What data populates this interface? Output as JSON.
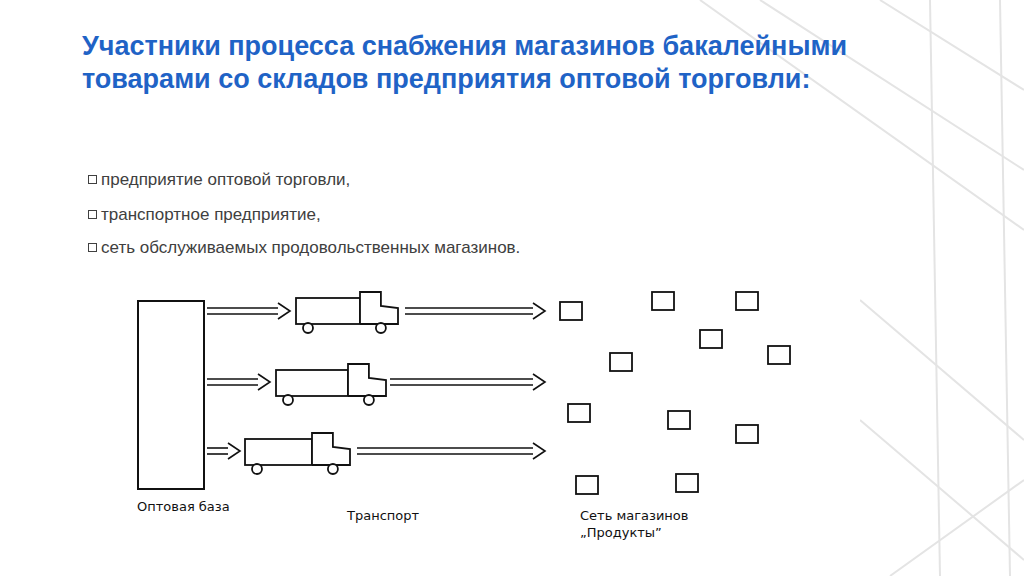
{
  "diagram": {
    "title": "Участники процесса снабжения магазинов бакалейными товарами со складов предприятия оптовой торговли:",
    "nodes": [
      {
        "text": [
          "Оптовая база"
        ]
      }
    ],
    "labels": [
      "предприятие оптовой торговли,",
      "транспортное предприятие,",
      "сеть обслуживаемых продовольственных магазинов.",
      "Транспорт",
      "Сеть магазинов „Продукты”"
    ]
  }
}
